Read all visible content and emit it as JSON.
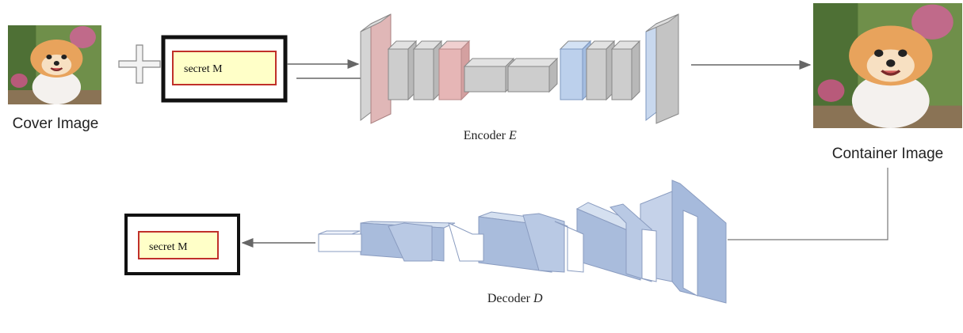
{
  "labels": {
    "cover_image": "Cover Image",
    "container_image": "Container Image",
    "encoder_name": "Encoder",
    "encoder_symbol": "E",
    "decoder_name": "Decoder",
    "decoder_symbol": "D",
    "secret_input": "secret M",
    "secret_output": "secret M"
  },
  "colors": {
    "gray_block": "#cfcfcf",
    "pink_block": "#e8b8b8",
    "blue_block": "#b8cdea",
    "decoder_block": "#a9bcdc",
    "secret_fill": "#ffffc8",
    "secret_border": "#c0302a"
  },
  "icons": [
    "dog-photo-icon",
    "plus-icon",
    "arrow-right-icon",
    "arrow-left-icon"
  ]
}
